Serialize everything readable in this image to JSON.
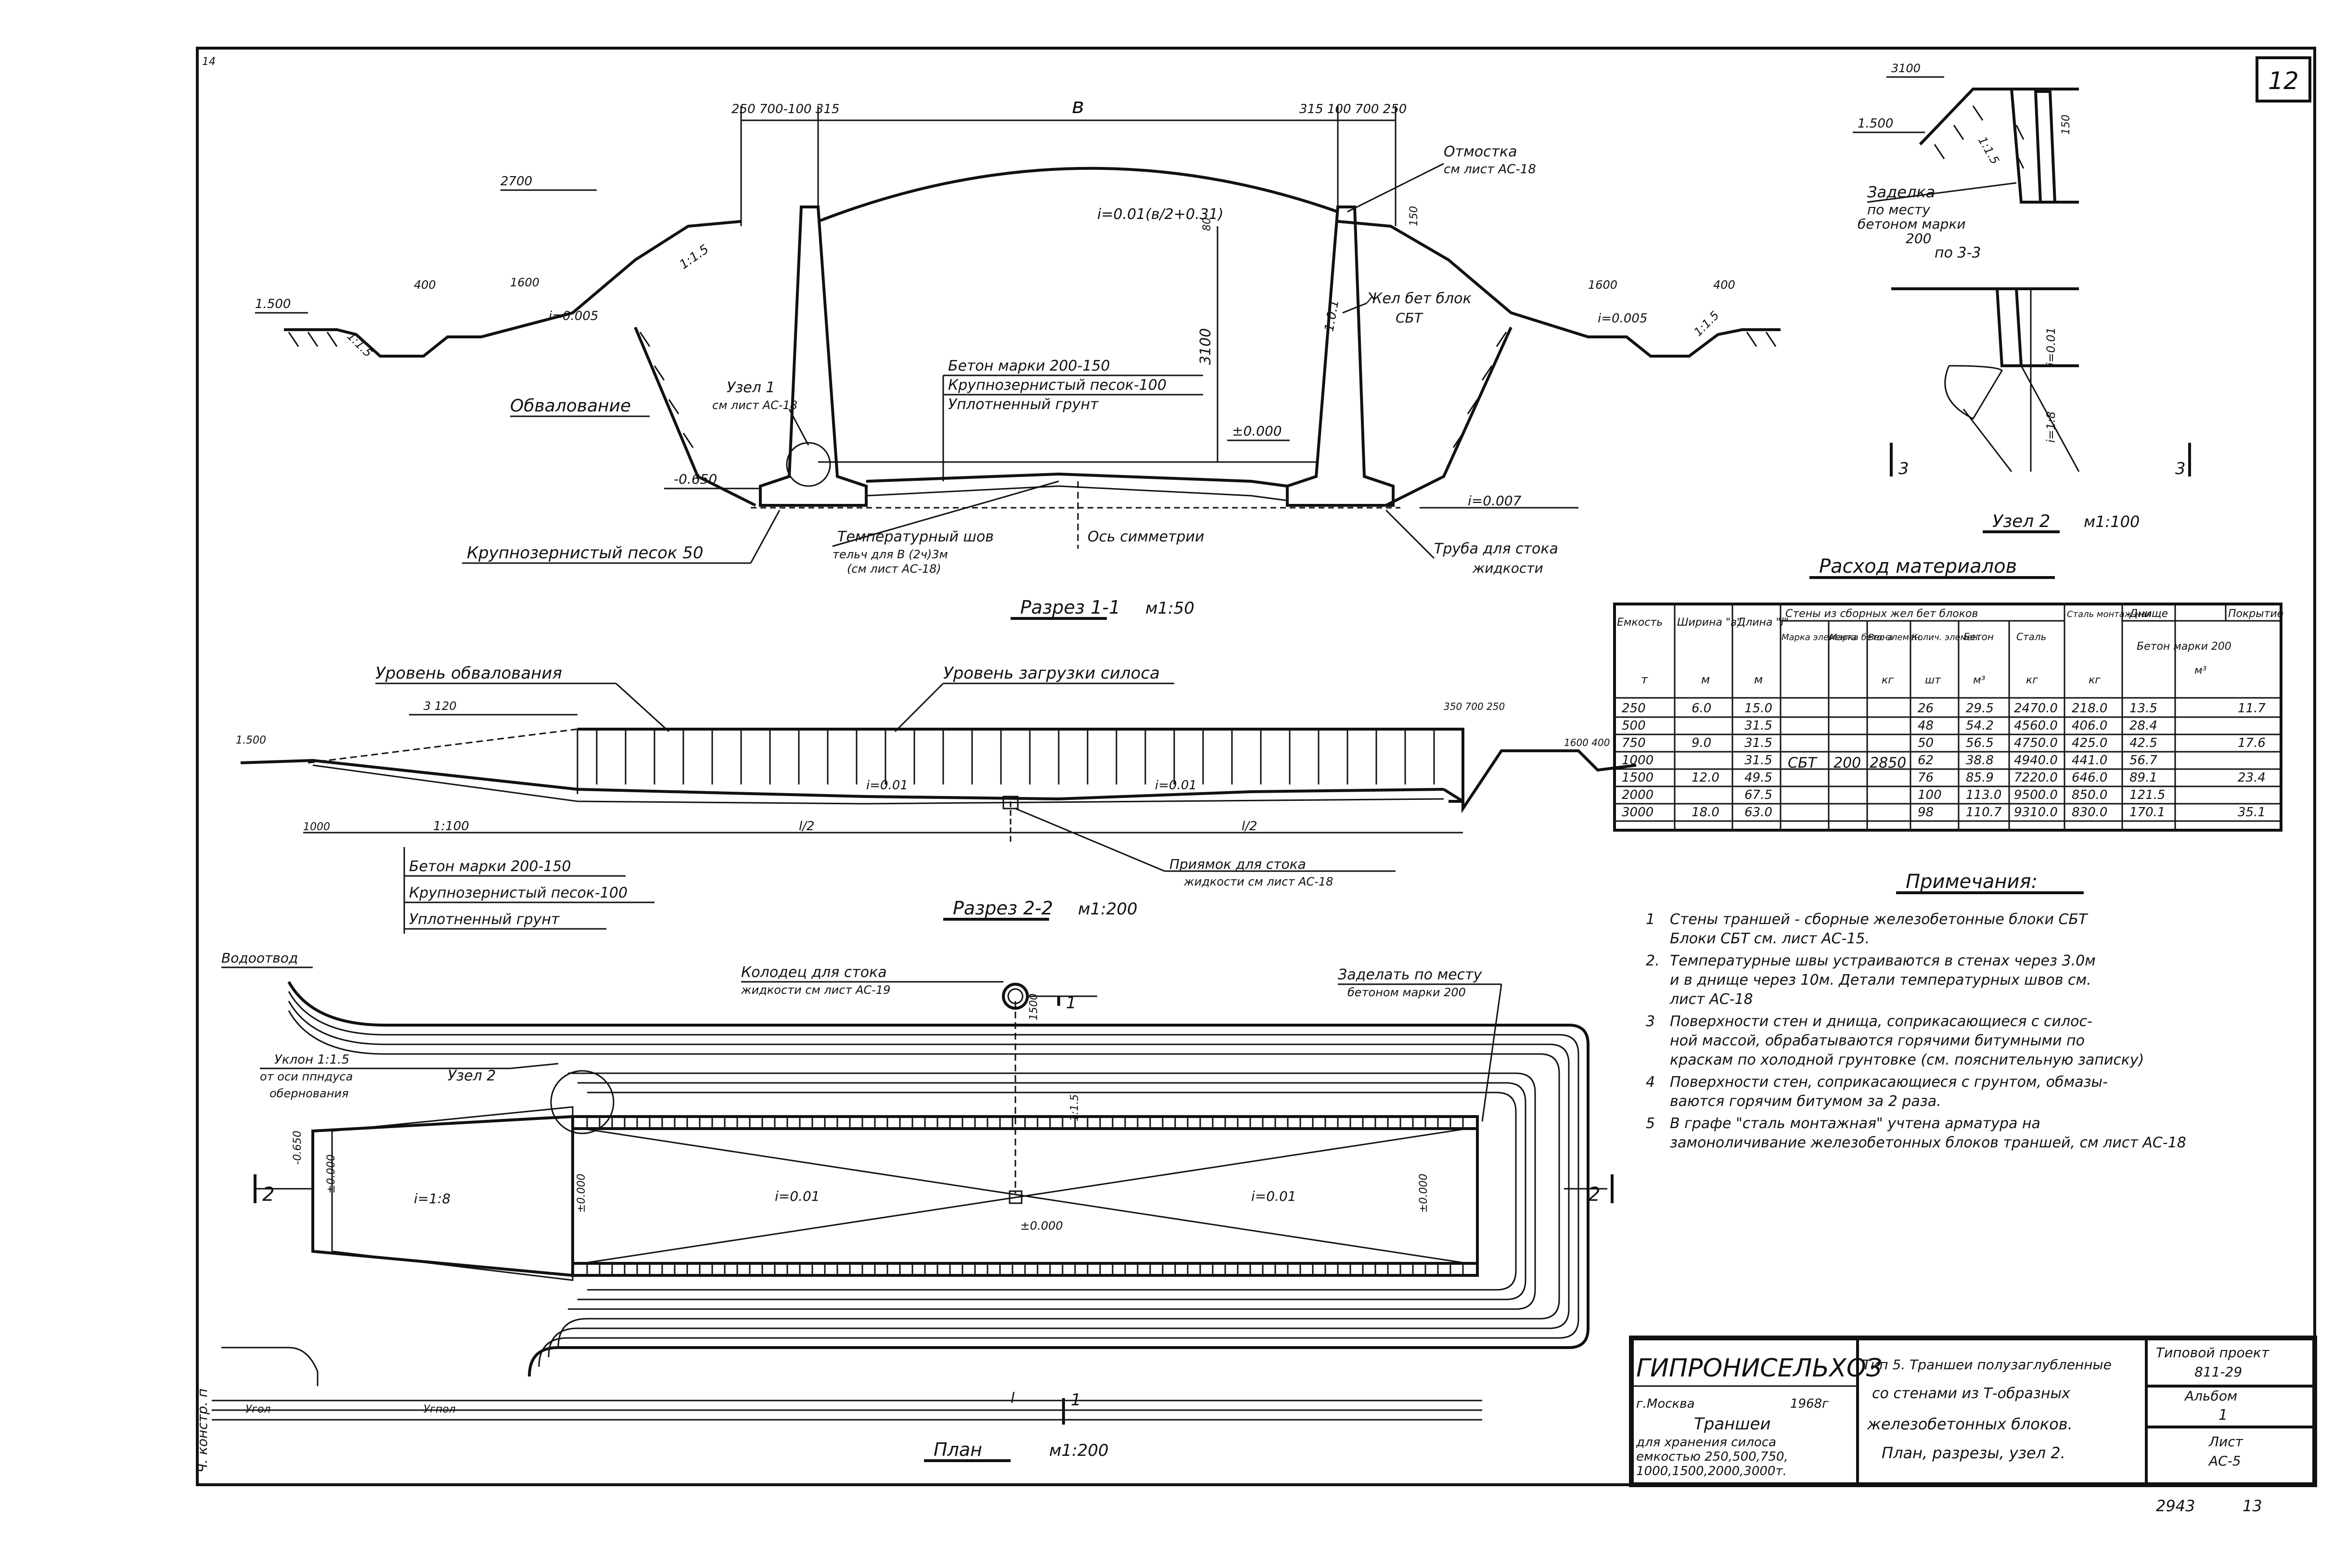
{
  "sheet": {
    "number": "12",
    "page_bottom": "2943",
    "page_bottom2": "13"
  },
  "section11": {
    "title": "Разрез 1-1",
    "scale": "м1:50",
    "dim_B": "в",
    "dims_top_left": "250  700-100  315",
    "dims_top_right": "315  100  700  250",
    "slope_formula": "i=0.01(в/2+0.31)",
    "elev_2700": "2700",
    "elev_1500": "1.500",
    "dim_400": "400",
    "dim_1600": "1600",
    "slope_005_left": "i=0.005",
    "slope_005_right": "i=0.005",
    "slope_15_a": "1:1.5",
    "slope_15_b": "1:1.5",
    "slope_15_c": "1:1.5",
    "dim_3100": "3100",
    "dim_80": "80",
    "dim_150": "150",
    "slope_101": "1:0.1",
    "label_otmostka": "Отмостка",
    "label_otmostka_ref": "см лист АС-18",
    "label_block": "Жел бет блок",
    "label_block_code": "СБТ",
    "label_obvalovanie": "Обвалование",
    "label_uzel1": "Узел 1",
    "label_uzel1_ref": "см лист АС-18",
    "label_beton": "Бетон марки 200-150",
    "label_sand100": "Крупнозернистый песок-100",
    "label_soil": "Уплотненный грунт",
    "elev_0000": "±0.000",
    "elev_0650": "-0.650",
    "slope_0007": "i=0.007",
    "label_sand50": "Крупнозернистый песок 50",
    "label_shov": "Температурный шов",
    "label_shov2": "тельч для В (2ч)3м",
    "label_shov3": "(см лист АС-18)",
    "label_axis": "Ось симметрии",
    "label_pipe": "Труба для стока",
    "label_pipe2": "жидкости"
  },
  "uzel2": {
    "title": "Узел 2",
    "scale": "м1:100",
    "dim_3100": "3100",
    "elev_1500": "1.500",
    "slope": "1:1.5",
    "dim_150": "150",
    "label_zadelka": "Заделка",
    "label_zadelka2": "по месту",
    "label_zadelka3": "бетоном марки",
    "label_zadelka4": "200",
    "label_po33": "по 3-3",
    "slope_001": "i=0.01",
    "slope_18": "i=1:8",
    "mark_3_left": "3",
    "mark_3_right": "3"
  },
  "materials": {
    "title": "Расход материалов",
    "headers": {
      "capacity": "Емкость",
      "capacity_unit": "т",
      "width": "Ширина \"в\"",
      "width_unit": "м",
      "length": "Длина \"l\"",
      "length_unit": "м",
      "walls_group": "Стены из сборных жел бет блоков",
      "mark_el": "Марка элемента",
      "mark_concrete": "Марка бетона",
      "weight": "Вес элемен.",
      "weight_unit": "кг",
      "count": "Колич. элемен.",
      "count_unit": "шт",
      "concrete": "Бетон",
      "concrete_unit": "м³",
      "steel": "Сталь",
      "steel_unit": "кг",
      "steel_mount": "Сталь монтаж-ная",
      "steel_mount_unit": "кг",
      "bottom_group": "Днище",
      "cover_group": "Покрытие",
      "bottom_concrete": "Бетон марки 200",
      "bottom_unit": "м³"
    },
    "shared": {
      "mark_el": "СБТ",
      "mark_concrete": "200",
      "weight": "2850"
    },
    "rows": [
      {
        "capacity": "250",
        "width": "6.0",
        "length": "15.0",
        "count": "26",
        "concrete": "29.5",
        "steel": "2470.0",
        "mount": "218.0",
        "bottom": "13.5",
        "cover": "11.7"
      },
      {
        "capacity": "500",
        "width": "",
        "length": "31.5",
        "count": "48",
        "concrete": "54.2",
        "steel": "4560.0",
        "mount": "406.0",
        "bottom": "28.4",
        "cover": ""
      },
      {
        "capacity": "750",
        "width": "9.0",
        "length": "31.5",
        "count": "50",
        "concrete": "56.5",
        "steel": "4750.0",
        "mount": "425.0",
        "bottom": "42.5",
        "cover": "17.6"
      },
      {
        "capacity": "1000",
        "width": "",
        "length": "31.5",
        "count": "62",
        "concrete": "38.8",
        "steel": "4940.0",
        "mount": "441.0",
        "bottom": "56.7",
        "cover": ""
      },
      {
        "capacity": "1500",
        "width": "12.0",
        "length": "49.5",
        "count": "76",
        "concrete": "85.9",
        "steel": "7220.0",
        "mount": "646.0",
        "bottom": "89.1",
        "cover": "23.4"
      },
      {
        "capacity": "2000",
        "width": "",
        "length": "67.5",
        "count": "100",
        "concrete": "113.0",
        "steel": "9500.0",
        "mount": "850.0",
        "bottom": "121.5",
        "cover": ""
      },
      {
        "capacity": "3000",
        "width": "18.0",
        "length": "63.0",
        "count": "98",
        "concrete": "110.7",
        "steel": "9310.0",
        "mount": "830.0",
        "bottom": "170.1",
        "cover": "35.1"
      }
    ]
  },
  "section22": {
    "title": "Разрез 2-2",
    "scale": "м1:200",
    "label_level_bund": "Уровень обвалования",
    "label_level_load": "Уровень загрузки силоса",
    "dim_3120": "3 120",
    "elev_1500": "1.500",
    "dims_right": "350 700 250",
    "dims_right2": "1600 400",
    "slope_a": "i=0.01",
    "slope_b": "i=0.01",
    "dim_1000": "1000",
    "dim_ratio": "1:100",
    "dim_l2a": "l/2",
    "dim_l2b": "l/2",
    "label_beton": "Бетон марки 200-150",
    "label_sand": "Крупнозернистый песок-100",
    "label_soil": "Уплотненный грунт",
    "label_priyamok": "Приямок для стока",
    "label_priyamok2": "жидкости см лист АС-18"
  },
  "plan": {
    "title": "План",
    "scale": "м1:200",
    "label_vodootvod": "Водоотвод",
    "label_kolodets": "Колодец для стока",
    "label_kolodets2": "жидкости см лист АС-19",
    "label_zadelka": "Заделать по месту",
    "label_zadelka2": "бетоном марки 200",
    "label_uklon": "Уклон 1:1.5",
    "label_uklon2": "от оси ппндуса",
    "label_uklon3": "обернования",
    "label_uzel2": "Узел 2",
    "dim_1500": "1500",
    "slope_15": "1:1.5",
    "slope_18": "i=1:8",
    "slope_001a": "i=0.01",
    "slope_001b": "i=0.01",
    "elev_a": "±0.000",
    "elev_b": "±0.000",
    "elev_c": "±0.000",
    "elev_d": "-0.650",
    "mark_1_top": "1",
    "mark_1_bot": "1",
    "mark_2_left": "2",
    "mark_2_right": "2",
    "dim_l": "l",
    "label_uzpol": "Угол",
    "label_uzpol2": "Угпол"
  },
  "notes": {
    "title": "Примечания:",
    "items": [
      {
        "num": "1",
        "line1": "Стены траншей - сборные железобетонные блоки СБТ",
        "line2": "Блоки СБТ см. лист АС-15."
      },
      {
        "num": "2.",
        "line1": "Температурные швы устраиваются в стенах через 3.0м",
        "line2": "и в днище через 10м. Детали температурных швов см.",
        "line3": "лист АС-18"
      },
      {
        "num": "3",
        "line1": "Поверхности стен и днища, соприкасающиеся с силос-",
        "line2": "ной массой, обрабатываются горячими битумными по",
        "line3": "краскам по холодной грунтовке (см. пояснительную записку)"
      },
      {
        "num": "4",
        "line1": "Поверхности стен, соприкасающиеся с грунтом, обмазы-",
        "line2": "ваются горячим битумом за 2 раза."
      },
      {
        "num": "5",
        "line1": "В графе \"сталь монтажная\" учтена арматура на",
        "line2": "замоноличивание железобетонных блоков траншей, см лист АС-18"
      }
    ]
  },
  "stamp": {
    "org": "ГИПРОНИСЕЛЬХОЗ",
    "city": "г.Москва",
    "year": "1968г",
    "desc1": "Траншеи",
    "desc2": "для хранения силоса",
    "desc3": "емкостью 250,500,750,",
    "desc4": "1000,1500,2000,3000т.",
    "type1": "Тип 5. Траншеи полузаглубленные",
    "type2": "со стенами из Т-образных",
    "type3": "железобетонных блоков.",
    "type4": "План, разрезы, узел 2.",
    "project_label": "Типовой проект",
    "project_num": "811-29",
    "album_label": "Альбом",
    "album_num": "1",
    "sheet_label": "Лист",
    "sheet_code": "АС-5"
  },
  "margin_text": {
    "left_side": "Ч. констр. п"
  }
}
